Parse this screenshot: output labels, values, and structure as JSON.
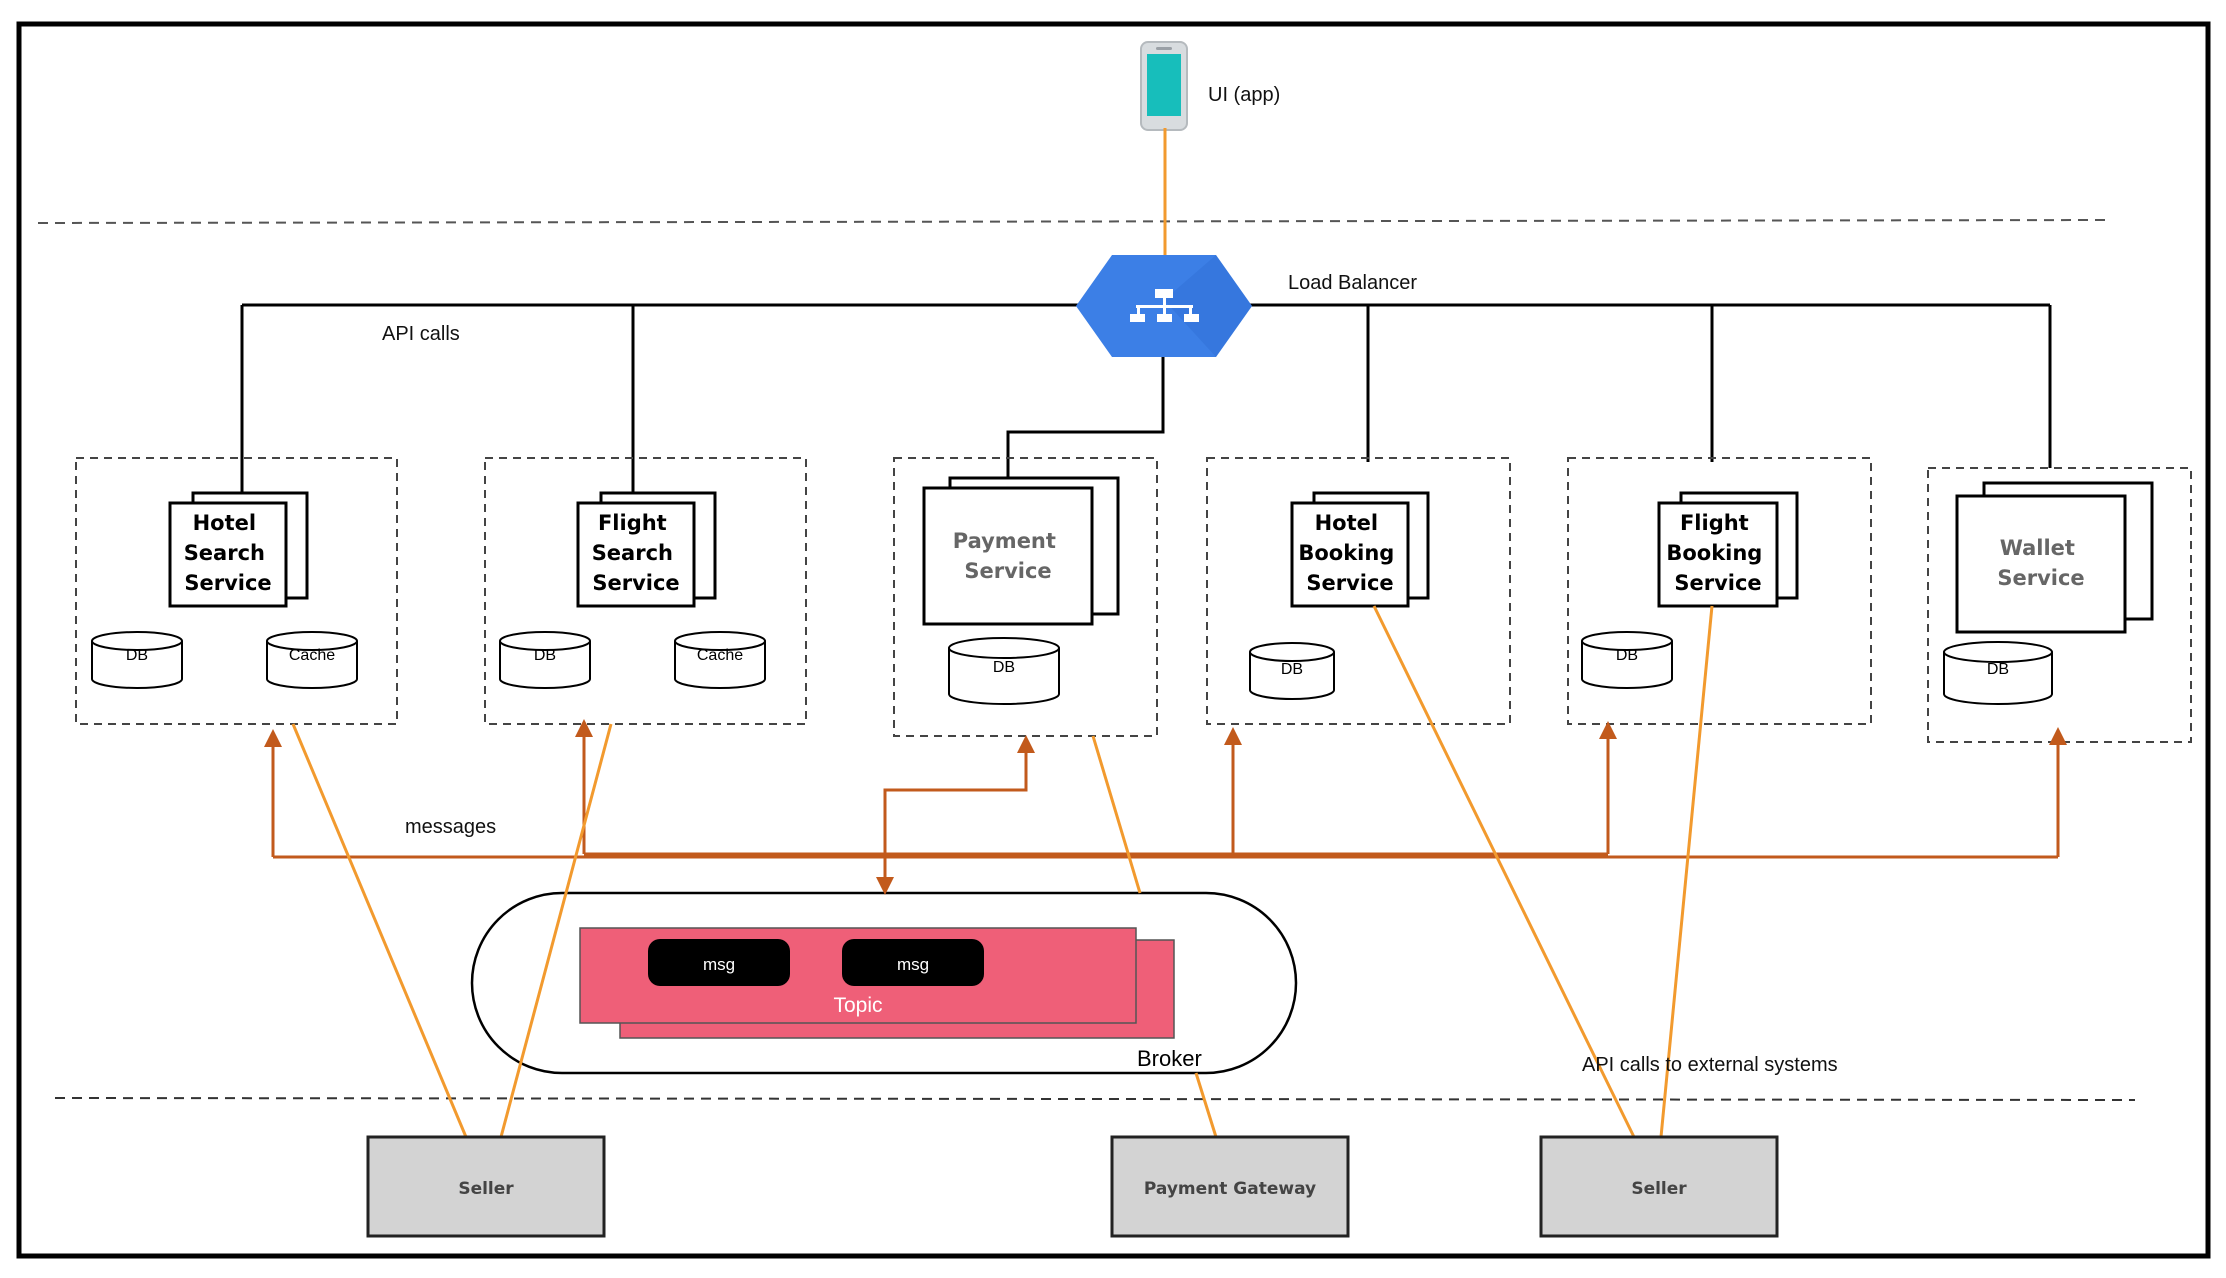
{
  "ui_app": {
    "label": "UI (app)",
    "icon": "smartphone-icon"
  },
  "load_balancer": {
    "label": "Load Balancer",
    "icon": "load-balancer-icon"
  },
  "labels": {
    "api_calls": "API calls",
    "messages": "messages",
    "api_calls_external": "API calls  to external systems"
  },
  "services": [
    {
      "name": "hotel-search",
      "lines": [
        "Hotel",
        "Search",
        "Service"
      ],
      "stores": [
        "DB",
        "Cache"
      ]
    },
    {
      "name": "flight-search",
      "lines": [
        "Flight",
        "Search",
        "Service"
      ],
      "stores": [
        "DB",
        "Cache"
      ]
    },
    {
      "name": "payment",
      "lines": [
        "Payment",
        "Service"
      ],
      "stores": [
        "DB"
      ]
    },
    {
      "name": "hotel-booking",
      "lines": [
        "Hotel",
        "Booking",
        "Service"
      ],
      "stores": [
        "DB"
      ]
    },
    {
      "name": "flight-booking",
      "lines": [
        "Flight",
        "Booking",
        "Service"
      ],
      "stores": [
        "DB"
      ]
    },
    {
      "name": "wallet",
      "lines": [
        "Wallet",
        "Service"
      ],
      "stores": [
        "DB"
      ]
    }
  ],
  "broker": {
    "label": "Broker",
    "topic": "Topic",
    "messages": [
      "msg",
      "msg"
    ]
  },
  "external": [
    {
      "name": "seller-left",
      "label": "Seller"
    },
    {
      "name": "payment-gateway",
      "label": "Payment Gateway"
    },
    {
      "name": "seller-right",
      "label": "Seller"
    }
  ],
  "colors": {
    "orange_line": "#F29A2E",
    "message_line": "#C25A1C",
    "load_balancer": "#3C7FE6",
    "phone_screen": "#17BEBB",
    "topic": "#EF5F78",
    "external_box": "#D3D3D3"
  }
}
